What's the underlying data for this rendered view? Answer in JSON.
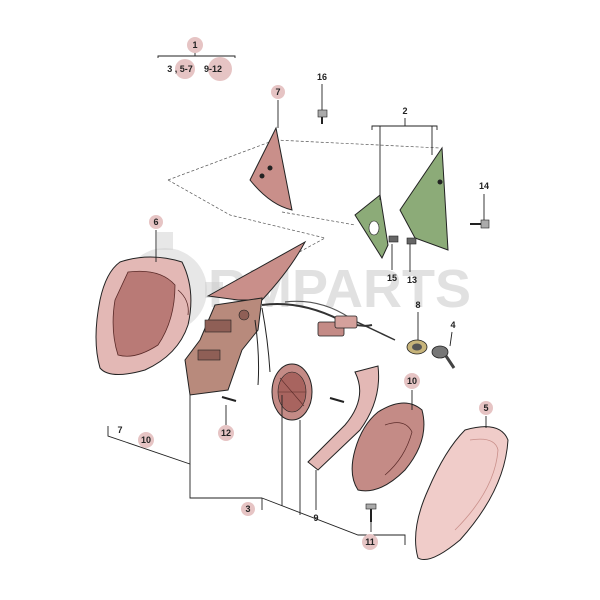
{
  "watermark": {
    "text": "RMPARTS",
    "icon": "gear-icon"
  },
  "colors": {
    "mirror_housing": "#e3b8b5",
    "mirror_dark": "#a86a66",
    "mirror_glass": "#f0ccc9",
    "bracket": "#b88a7c",
    "green_panel": "#8cab78",
    "badge_bg": "#e6c4c4",
    "line": "#222222"
  },
  "callouts": {
    "c1_main": "1",
    "c1_sub_a": "3 , 5-7",
    "c1_sub_b": "9-12",
    "c2": "2",
    "c3": "3",
    "c4": "4",
    "c5": "5",
    "c6": "6",
    "c7_top": "7",
    "c7_bottom": "7",
    "c8": "8",
    "c9": "9",
    "c10_left": "10",
    "c10_right": "10",
    "c11": "11",
    "c12": "12",
    "c13": "13",
    "c14": "14",
    "c15": "15",
    "c16": "16"
  }
}
